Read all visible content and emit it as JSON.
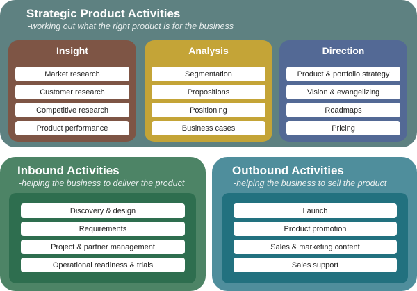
{
  "strategic": {
    "title": "Strategic Product Activities",
    "subtitle": "-working out what the right product is for the business",
    "color": "#5e8181",
    "columns": [
      {
        "title": "Insight",
        "color": "#7e5545",
        "items": [
          "Market research",
          "Customer research",
          "Competitive research",
          "Product performance"
        ]
      },
      {
        "title": "Analysis",
        "color": "#c4a437",
        "items": [
          "Segmentation",
          "Propositions",
          "Positioning",
          "Business cases"
        ]
      },
      {
        "title": "Direction",
        "color": "#536995",
        "items": [
          "Product & portfolio strategy",
          "Vision & evangelizing",
          "Roadmaps",
          "Pricing"
        ]
      }
    ]
  },
  "inbound": {
    "title": "Inbound Activities",
    "subtitle": "-helping the business to deliver the product",
    "color": "#4d8466",
    "items": [
      "Discovery & design",
      "Requirements",
      "Project & partner management",
      "Operational readiness & trials"
    ]
  },
  "outbound": {
    "title": "Outbound Activities",
    "subtitle": "-helping the business to sell the product",
    "color": "#4f8e9c",
    "items": [
      "Launch",
      "Product promotion",
      "Sales & marketing content",
      "Sales support"
    ]
  }
}
